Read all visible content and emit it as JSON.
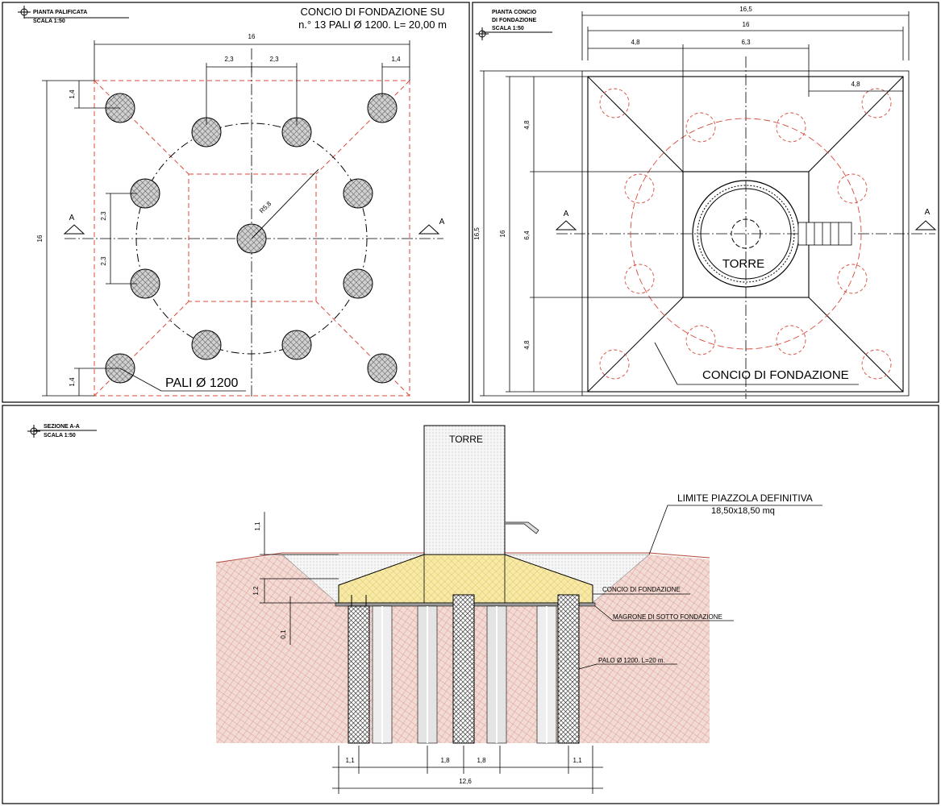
{
  "panel_pali": {
    "label_line1": "PIANTA PALIFICATA",
    "label_line2": "SCALA 1:50",
    "title_line1": "CONCIO DI FONDAZIONE SU",
    "title_line2": "n.° 13 PALI Ø 1200. L= 20,00 m",
    "dims": {
      "total_width": "16",
      "spacing_a": "2,3",
      "spacing_b": "2,3",
      "edge_right": "1,4",
      "edge_top": "1,4",
      "edge_bottom": "1,4",
      "total_height": "16",
      "vert_a": "2,3",
      "vert_b": "2,3",
      "radius": "R5,8"
    },
    "section_mark": "A",
    "pile_label": "PALI Ø 1200"
  },
  "panel_concio": {
    "label_line1": "PIANTA CONCIO",
    "label_line2": "DI FONDAZIONE",
    "label_line3": "SCALA 1:50",
    "dims": {
      "overall": "16,5",
      "inner": "16",
      "part_a": "4,8",
      "part_b": "6,3",
      "side_right": "4,8",
      "vert_overall": "16,5",
      "vert_inner": "16",
      "vert_a": "4,8",
      "vert_b": "6,4",
      "vert_c": "4,8"
    },
    "section_mark": "A",
    "tower_label": "TORRE",
    "foundation_label": "CONCIO DI FONDAZIONE"
  },
  "panel_sezione": {
    "label_line1": "SEZIONE A-A",
    "label_line2": "SCALA 1:50",
    "tower_label": "TORRE",
    "limit_label": "LIMITE PIAZZOLA DEFINITIVA",
    "limit_size": "18,50x18,50 mq",
    "concio_label": "CONCIO DI FONDAZIONE",
    "magrone_label": "MAGRONE DI SOTTO FONDAZIONE",
    "palo_label": "PALO Ø 1200. L=20 m.",
    "dims": {
      "h1": "1,1",
      "h2": "1,2",
      "h3": "0,1",
      "b1": "1,1",
      "b2": "1,8",
      "b3": "1,8",
      "b4": "1,1",
      "total": "12,6"
    }
  },
  "colors": {
    "line": "#000000",
    "red_dash": "#d84a3a",
    "soil": "#e9c4bb",
    "concrete_yellow": "#f4e59a",
    "pile_grey": "#cccccc"
  }
}
